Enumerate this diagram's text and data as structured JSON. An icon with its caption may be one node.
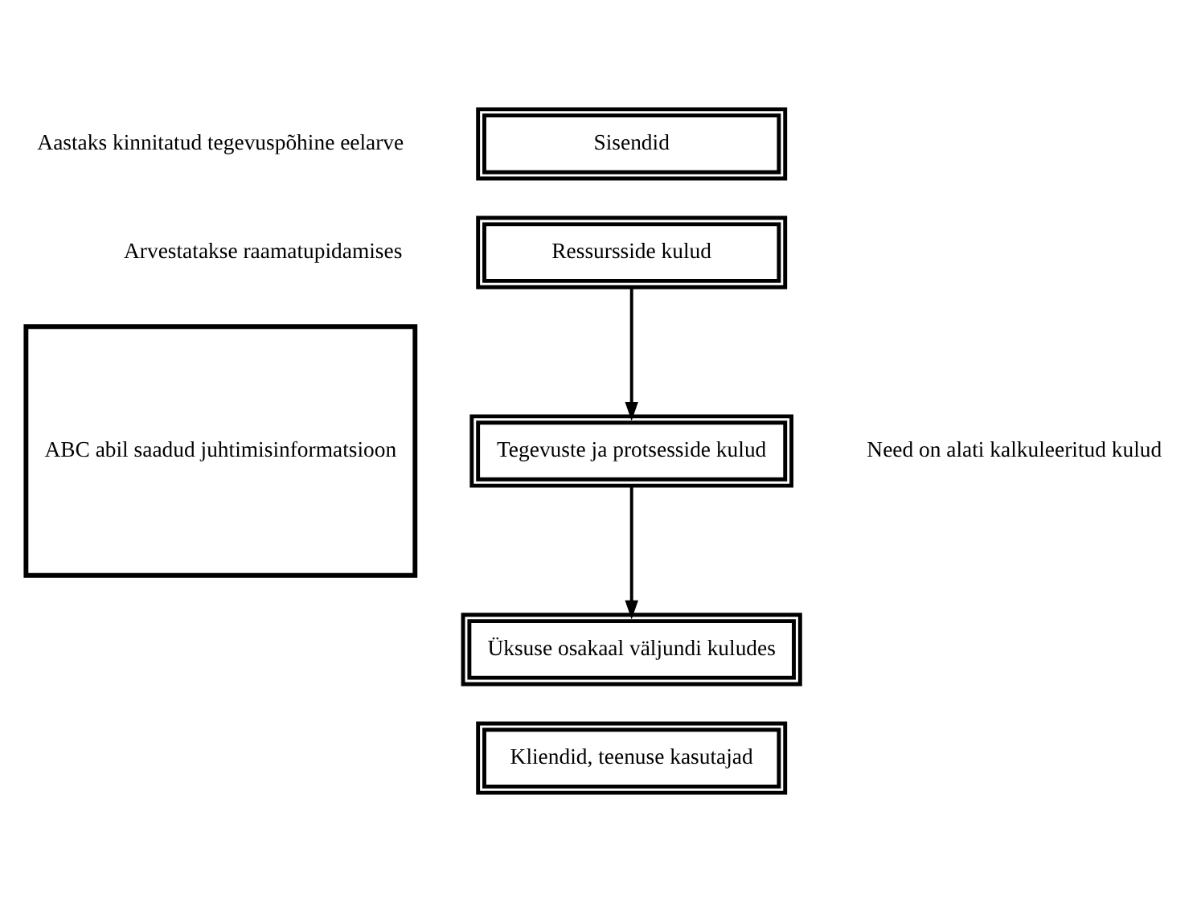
{
  "diagram": {
    "nodes": [
      {
        "text": [
          "Sisendid"
        ],
        "beside": [
          "Aastaks kinnitatud tegevuspõhine eelarve"
        ]
      },
      {
        "text": [
          "Ressursside kulud"
        ],
        "beside": [
          "Arvestatakse raamatupidamises"
        ]
      },
      {
        "text": [
          "Tegevuste ja protsesside kulud"
        ]
      },
      {
        "text": [
          "Üksuse osakaal väljundi kuludes"
        ]
      },
      {
        "text": [
          "Kliendid, teenuse kasutajad"
        ]
      },
      {
        "text": [
          "ABC abil saadud juhtimisinformatsioon"
        ]
      }
    ],
    "edges": [
      {
        "from": 1,
        "to": 2,
        "arrow": "to"
      },
      {
        "from": 2,
        "to": 3,
        "arrow": "to"
      }
    ],
    "labels": [
      "Need on alati kalkuleeritud kulud"
    ]
  }
}
